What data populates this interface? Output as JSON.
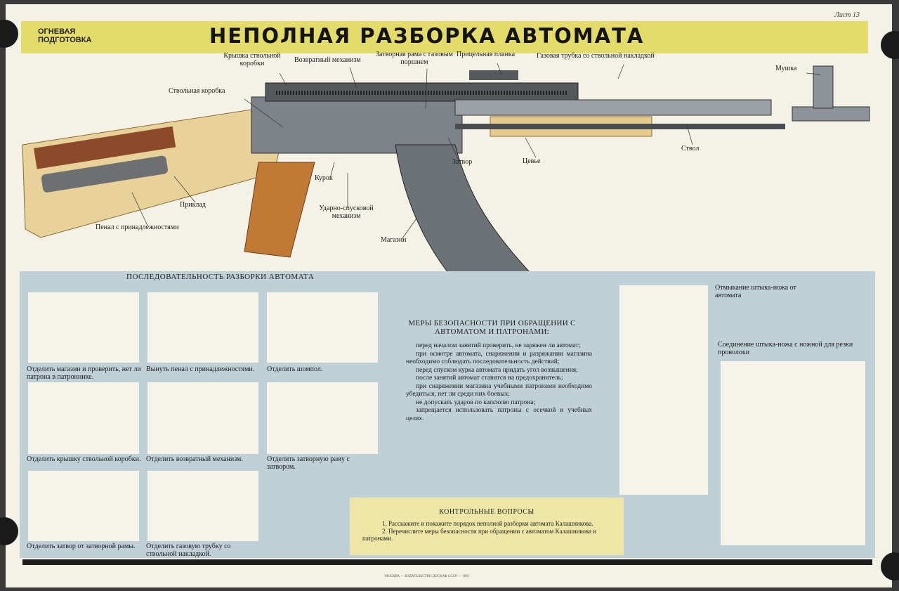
{
  "header": {
    "category": "ОГНЕВАЯ ПОДГОТОВКА",
    "title": "НЕПОЛНАЯ РАЗБОРКА АВТОМАТА",
    "sheet": "Лист 13"
  },
  "diagram_labels": {
    "receiver_cover": "Крышка ствольной коробки",
    "recoil_mechanism": "Возвратный механизм",
    "bolt_carrier": "Затворная рама с газовым поршнем",
    "rear_sight": "Прицельная планка",
    "gas_tube": "Газовая трубка со ствольной накладкой",
    "front_sight": "Мушка",
    "receiver": "Ствольная коробка",
    "hammer": "Курок",
    "bolt": "Затвор",
    "handguard": "Цевье",
    "barrel": "Ствол",
    "stock": "Приклад",
    "trigger_mechanism": "Ударно-спусковой механизм",
    "magazine": "Магазин",
    "cleaning_kit": "Пенал с принадлежностями"
  },
  "sequence": {
    "title": "ПОСЛЕДОВАТЕЛЬНОСТЬ РАЗБОРКИ АВТОМАТА",
    "steps": [
      "Отделить магазин и проверить, нет ли патрона в патроннике.",
      "Вынуть пенал с принадлежностями.",
      "Отделить шомпол.",
      "Отделить крышку ствольной коробки.",
      "Отделить возвратный механизм.",
      "Отделить затворную раму с затвором.",
      "Отделить затвор от затворной рамы.",
      "Отделить газовую трубку со ствольной накладкой."
    ]
  },
  "safety": {
    "title": "МЕРЫ БЕЗОПАСНОСТИ ПРИ ОБРАЩЕНИИ С АВТОМАТОМ И ПАТРОНАМИ:",
    "items": [
      "перед началом занятий проверить, не заряжен ли автомат;",
      "при осмотре автомата, снаряжении и разряжании магазина необходимо соблюдать последовательность действий;",
      "перед спуском курка автомата придать угол возвышения;",
      "после занятий автомат ставится на предохранитель;",
      "при снаряжении магазина учебными патронами необходимо убедиться, нет ли среди них боевых;",
      "не допускать ударов по капсюлю патрона;",
      "запрещается использовать патроны с осечкой в учебных целях."
    ]
  },
  "bayonet": {
    "detach": "Отмыкание штыка-ножа от автомата",
    "wire": "Соединение штыка-ножа с ножной для резки проволоки"
  },
  "questions": {
    "title": "КОНТРОЛЬНЫЕ ВОПРОСЫ",
    "items": [
      "1. Расскажите и покажите порядок неполной разборки автомата Калашникова.",
      "2. Перечислите меры безопасности при обращении с автоматом Калашникова и патронами."
    ]
  },
  "imprint": {
    "center": "МОСКВА — ИЗДАТЕЛЬСТВО ДОСААФ СССР — 1981"
  },
  "colors": {
    "title_bar": "#e4dc6a",
    "panel_blue": "#bfd0d6",
    "wood": "#c07a36",
    "metal": "#8d9398"
  }
}
